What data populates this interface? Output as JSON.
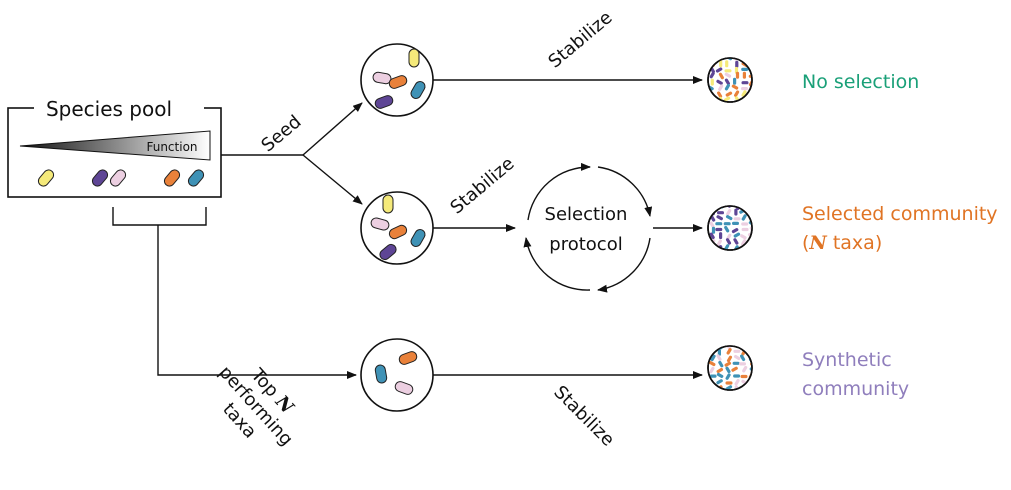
{
  "species_pool": {
    "title": "Species pool",
    "gradient_label": "Function"
  },
  "arrows": {
    "seed": "Seed",
    "stabilize_top": "Stabilize",
    "stabilize_middle": "Stabilize",
    "stabilize_bottom": "Stabilize",
    "top_n": {
      "prefix": "Top ",
      "var": "N",
      "line2": "performing",
      "line3": "taxa"
    }
  },
  "selection_protocol": {
    "line1": "Selection",
    "line2": "protocol"
  },
  "outcomes": {
    "no_selection": "No selection",
    "selected_line1": "Selected community",
    "selected_paren_open": "(",
    "selected_var": "N",
    "selected_line2_rest": " taxa)",
    "synthetic_line1": "Synthetic",
    "synthetic_line2": "community"
  },
  "colors": {
    "yellow": "#f5ea7a",
    "purple": "#5e4595",
    "pink": "#eccfe1",
    "orange": "#e9813a",
    "blue": "#3f92b6",
    "no_selection_text": "#1aa078",
    "selected_text": "#e07424",
    "synthetic_text": "#8f7ebc"
  }
}
